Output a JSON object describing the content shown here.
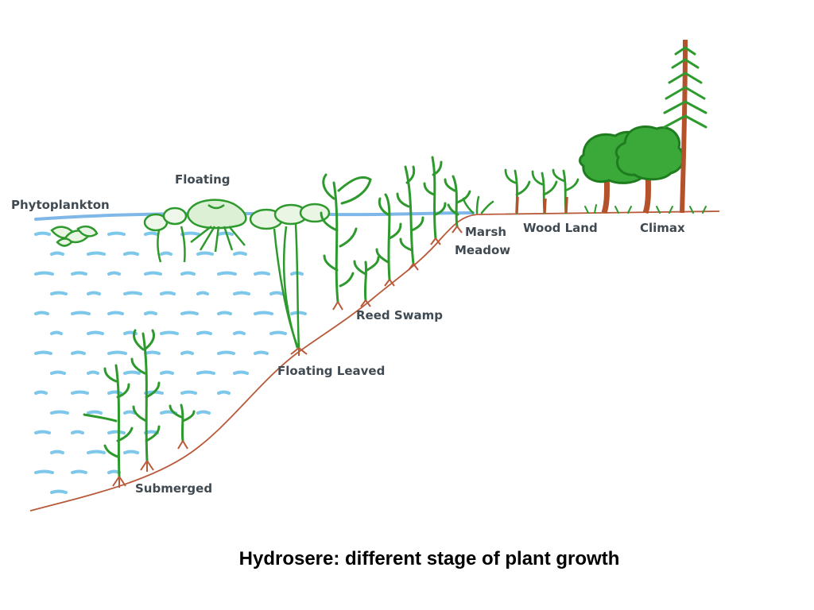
{
  "labels": {
    "phytoplankton": "Phytoplankton",
    "floating": "Floating",
    "marsh": "Marsh",
    "meadow": "Meadow",
    "wood_land": "Wood Land",
    "climax": "Climax",
    "reed_swamp": "Reed Swamp",
    "floating_leaved": "Floating Leaved",
    "submerged": "Submerged"
  },
  "caption": "Hydrosere: different stage of plant growth",
  "colors": {
    "water_dash": "#7cc7ea",
    "water_surface": "#7fb8e8",
    "shore_line": "#b85a3a",
    "plant_green": "#2e9a2e",
    "tree_trunk": "#b4522c",
    "label_text": "#404a52"
  }
}
